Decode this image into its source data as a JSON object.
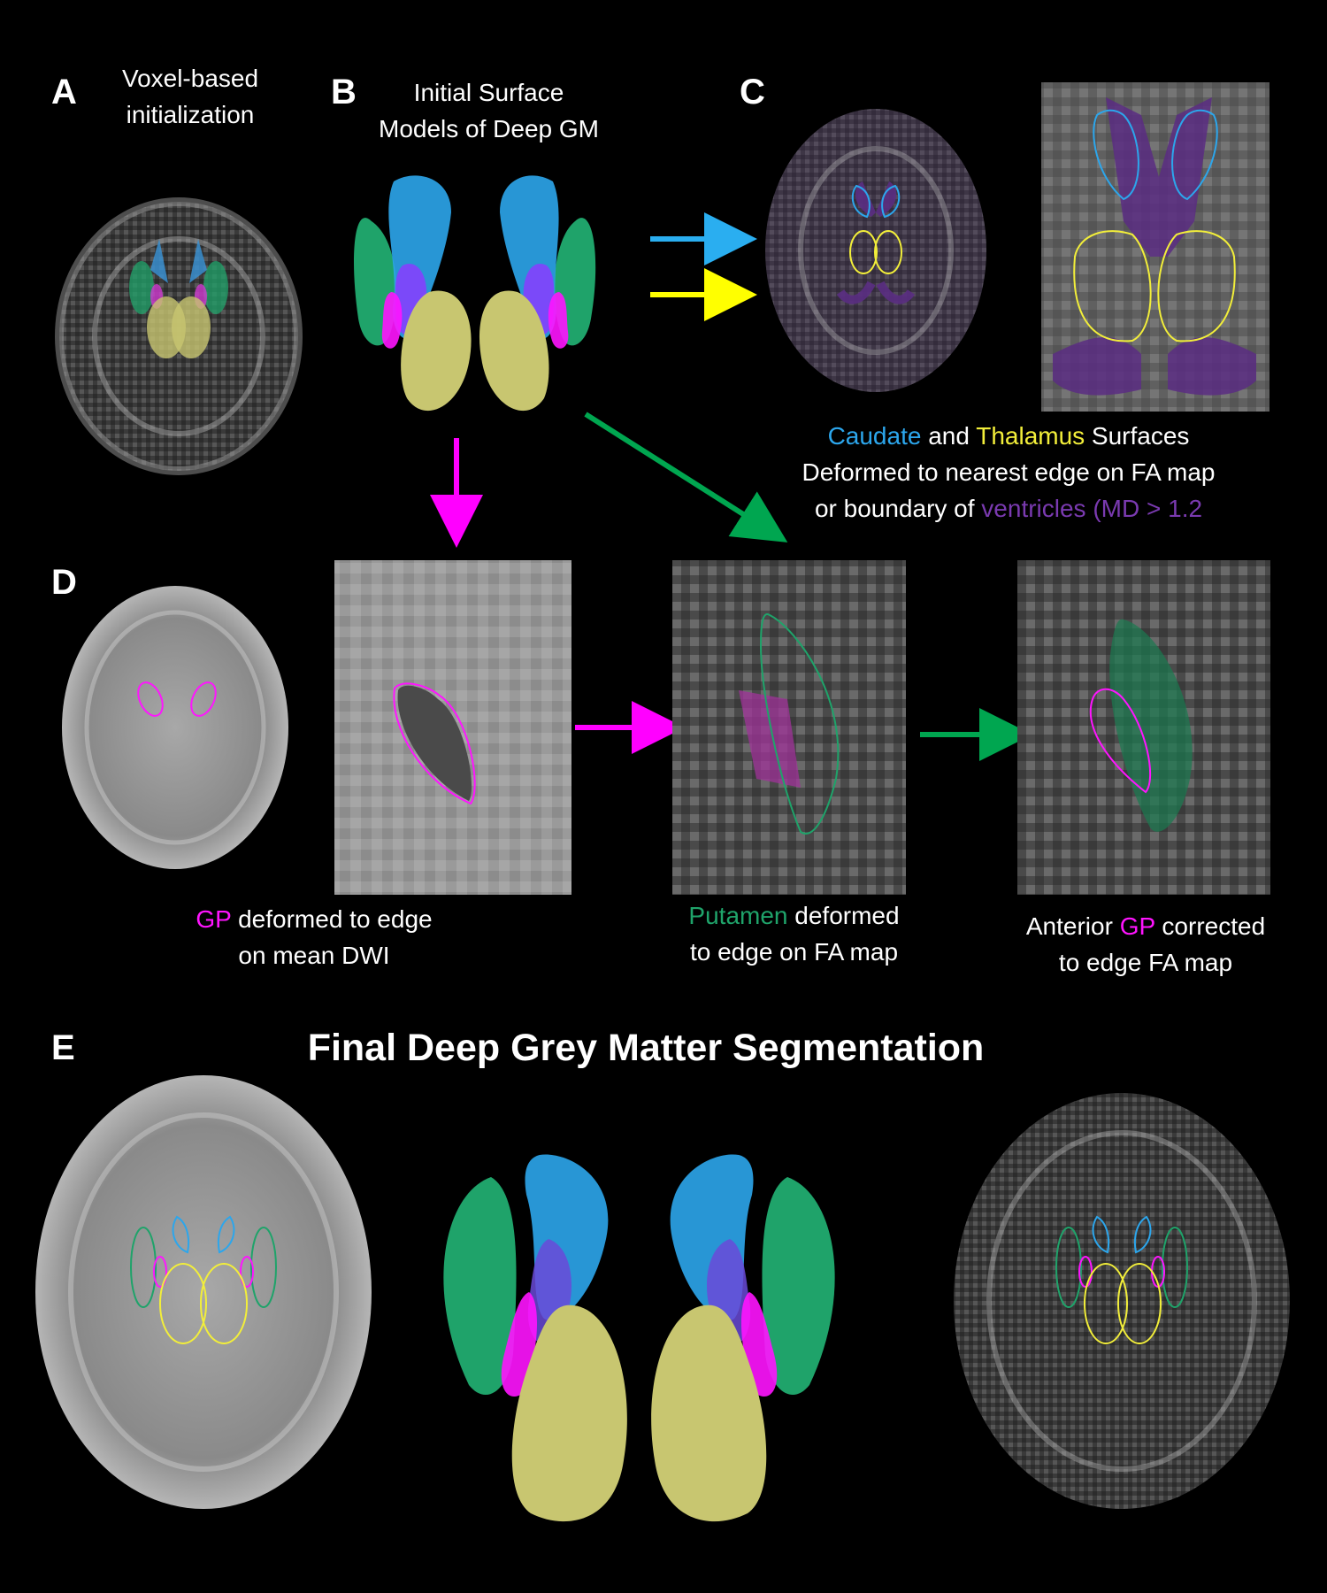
{
  "colors": {
    "caudate": "#2ca6ec",
    "thalamus": "#f2ee3a",
    "putamen": "#1fa36a",
    "gp": "#ff14ff",
    "ventricles": "#7030a0",
    "arrow_blue": "#2aaef0",
    "arrow_yellow": "#ffff00",
    "arrow_magenta": "#ff00ff",
    "arrow_green": "#00a650"
  },
  "panels": {
    "a": {
      "letter": "A",
      "title_line1": "Voxel-based",
      "title_line2": "initialization"
    },
    "b": {
      "letter": "B",
      "title_line1": "Initial Surface",
      "title_line2": "Models of Deep GM"
    },
    "c": {
      "letter": "C",
      "caption": {
        "caudate": "Caudate",
        "and": " and ",
        "thalamus": "Thalamus",
        "surfaces": " Surfaces",
        "line2": "Deformed to nearest edge on FA map",
        "line3_prefix": "or boundary of ",
        "ventricles": "ventricles (MD > 1.2"
      }
    },
    "d": {
      "letter": "D",
      "caption1": {
        "gp": "GP",
        "rest": " deformed to edge",
        "line2": "on mean DWI"
      },
      "caption2": {
        "putamen": "Putamen",
        "rest": " deformed",
        "line2": "to edge on FA map"
      },
      "caption3": {
        "prefix": "Anterior ",
        "gp": "GP",
        "rest": " corrected",
        "line2": "to edge FA map"
      }
    },
    "e": {
      "letter": "E",
      "title": "Final Deep Grey Matter Segmentation"
    }
  }
}
